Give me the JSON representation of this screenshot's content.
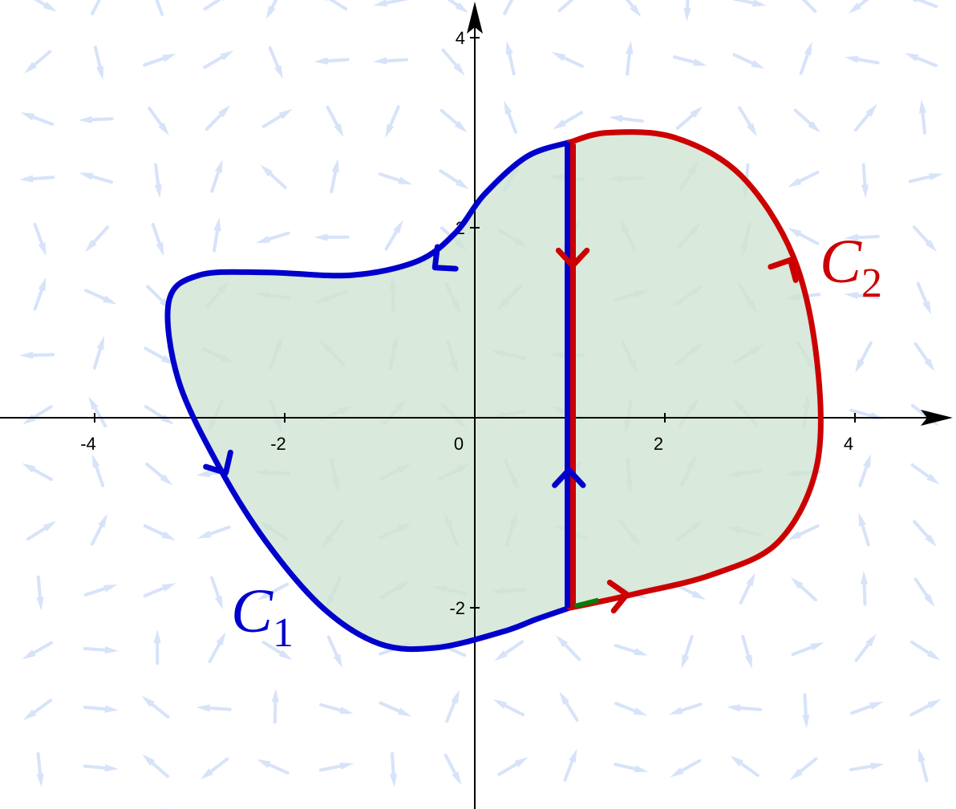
{
  "axes": {
    "x_ticks": [
      {
        "value": -4,
        "label": "-4"
      },
      {
        "value": -2,
        "label": "-2"
      },
      {
        "value": 0,
        "label": "0"
      },
      {
        "value": 2,
        "label": "2"
      },
      {
        "value": 4,
        "label": "4"
      }
    ],
    "y_ticks": [
      {
        "value": 4,
        "label": "4"
      },
      {
        "value": 2,
        "label": "2"
      },
      {
        "value": -2,
        "label": "-2"
      }
    ],
    "xlim": [
      -5,
      5
    ],
    "ylim": [
      -4,
      4.4
    ]
  },
  "labels": {
    "c1_main": "C",
    "c1_sub": "1",
    "c2_main": "C",
    "c2_sub": "2"
  },
  "colors": {
    "c1": "#0000cc",
    "c2": "#cc0000",
    "region_fill": "#cfe3d2",
    "vector_field": "#b7cdf5",
    "connector": "#0a7a0a"
  },
  "curves": {
    "c1_points": [
      [
        1.0,
        2.9
      ],
      [
        0.55,
        2.75
      ],
      [
        0.1,
        2.35
      ],
      [
        -0.2,
        1.95
      ],
      [
        -0.6,
        1.65
      ],
      [
        -1.3,
        1.5
      ],
      [
        -2.2,
        1.53
      ],
      [
        -2.9,
        1.5
      ],
      [
        -3.22,
        1.22
      ],
      [
        -3.12,
        0.4
      ],
      [
        -2.7,
        -0.5
      ],
      [
        -2.2,
        -1.3
      ],
      [
        -1.6,
        -2.0
      ],
      [
        -1.0,
        -2.38
      ],
      [
        -0.4,
        -2.42
      ],
      [
        0.3,
        -2.25
      ],
      [
        0.65,
        -2.12
      ],
      [
        1.0,
        -2.0
      ]
    ],
    "c2_points": [
      [
        1.0,
        -2.0
      ],
      [
        1.25,
        -1.95
      ],
      [
        1.7,
        -1.85
      ],
      [
        2.5,
        -1.65
      ],
      [
        3.2,
        -1.3
      ],
      [
        3.6,
        -0.5
      ],
      [
        3.6,
        0.6
      ],
      [
        3.35,
        1.7
      ],
      [
        2.8,
        2.55
      ],
      [
        2.1,
        2.95
      ],
      [
        1.4,
        3.0
      ],
      [
        1.0,
        2.9
      ]
    ],
    "separator_x": 1.0,
    "separator_y": [
      -2.0,
      2.9
    ]
  }
}
